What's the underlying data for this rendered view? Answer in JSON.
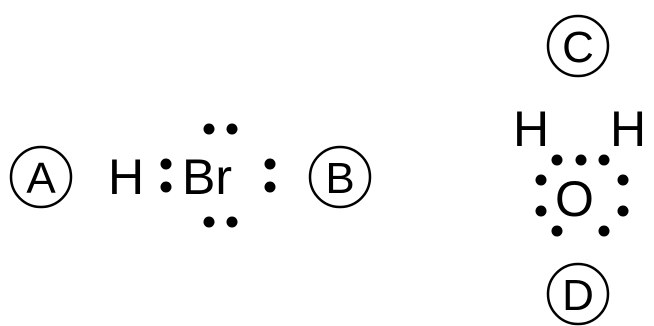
{
  "hbr": {
    "h": "H",
    "br": "Br"
  },
  "water": {
    "h_left": "H",
    "h_right": "H",
    "o": "O"
  },
  "labels": {
    "a": "A",
    "b": "B",
    "c": "C",
    "d": "D"
  },
  "colors": {
    "ink": "#000000",
    "background": "#ffffff"
  }
}
